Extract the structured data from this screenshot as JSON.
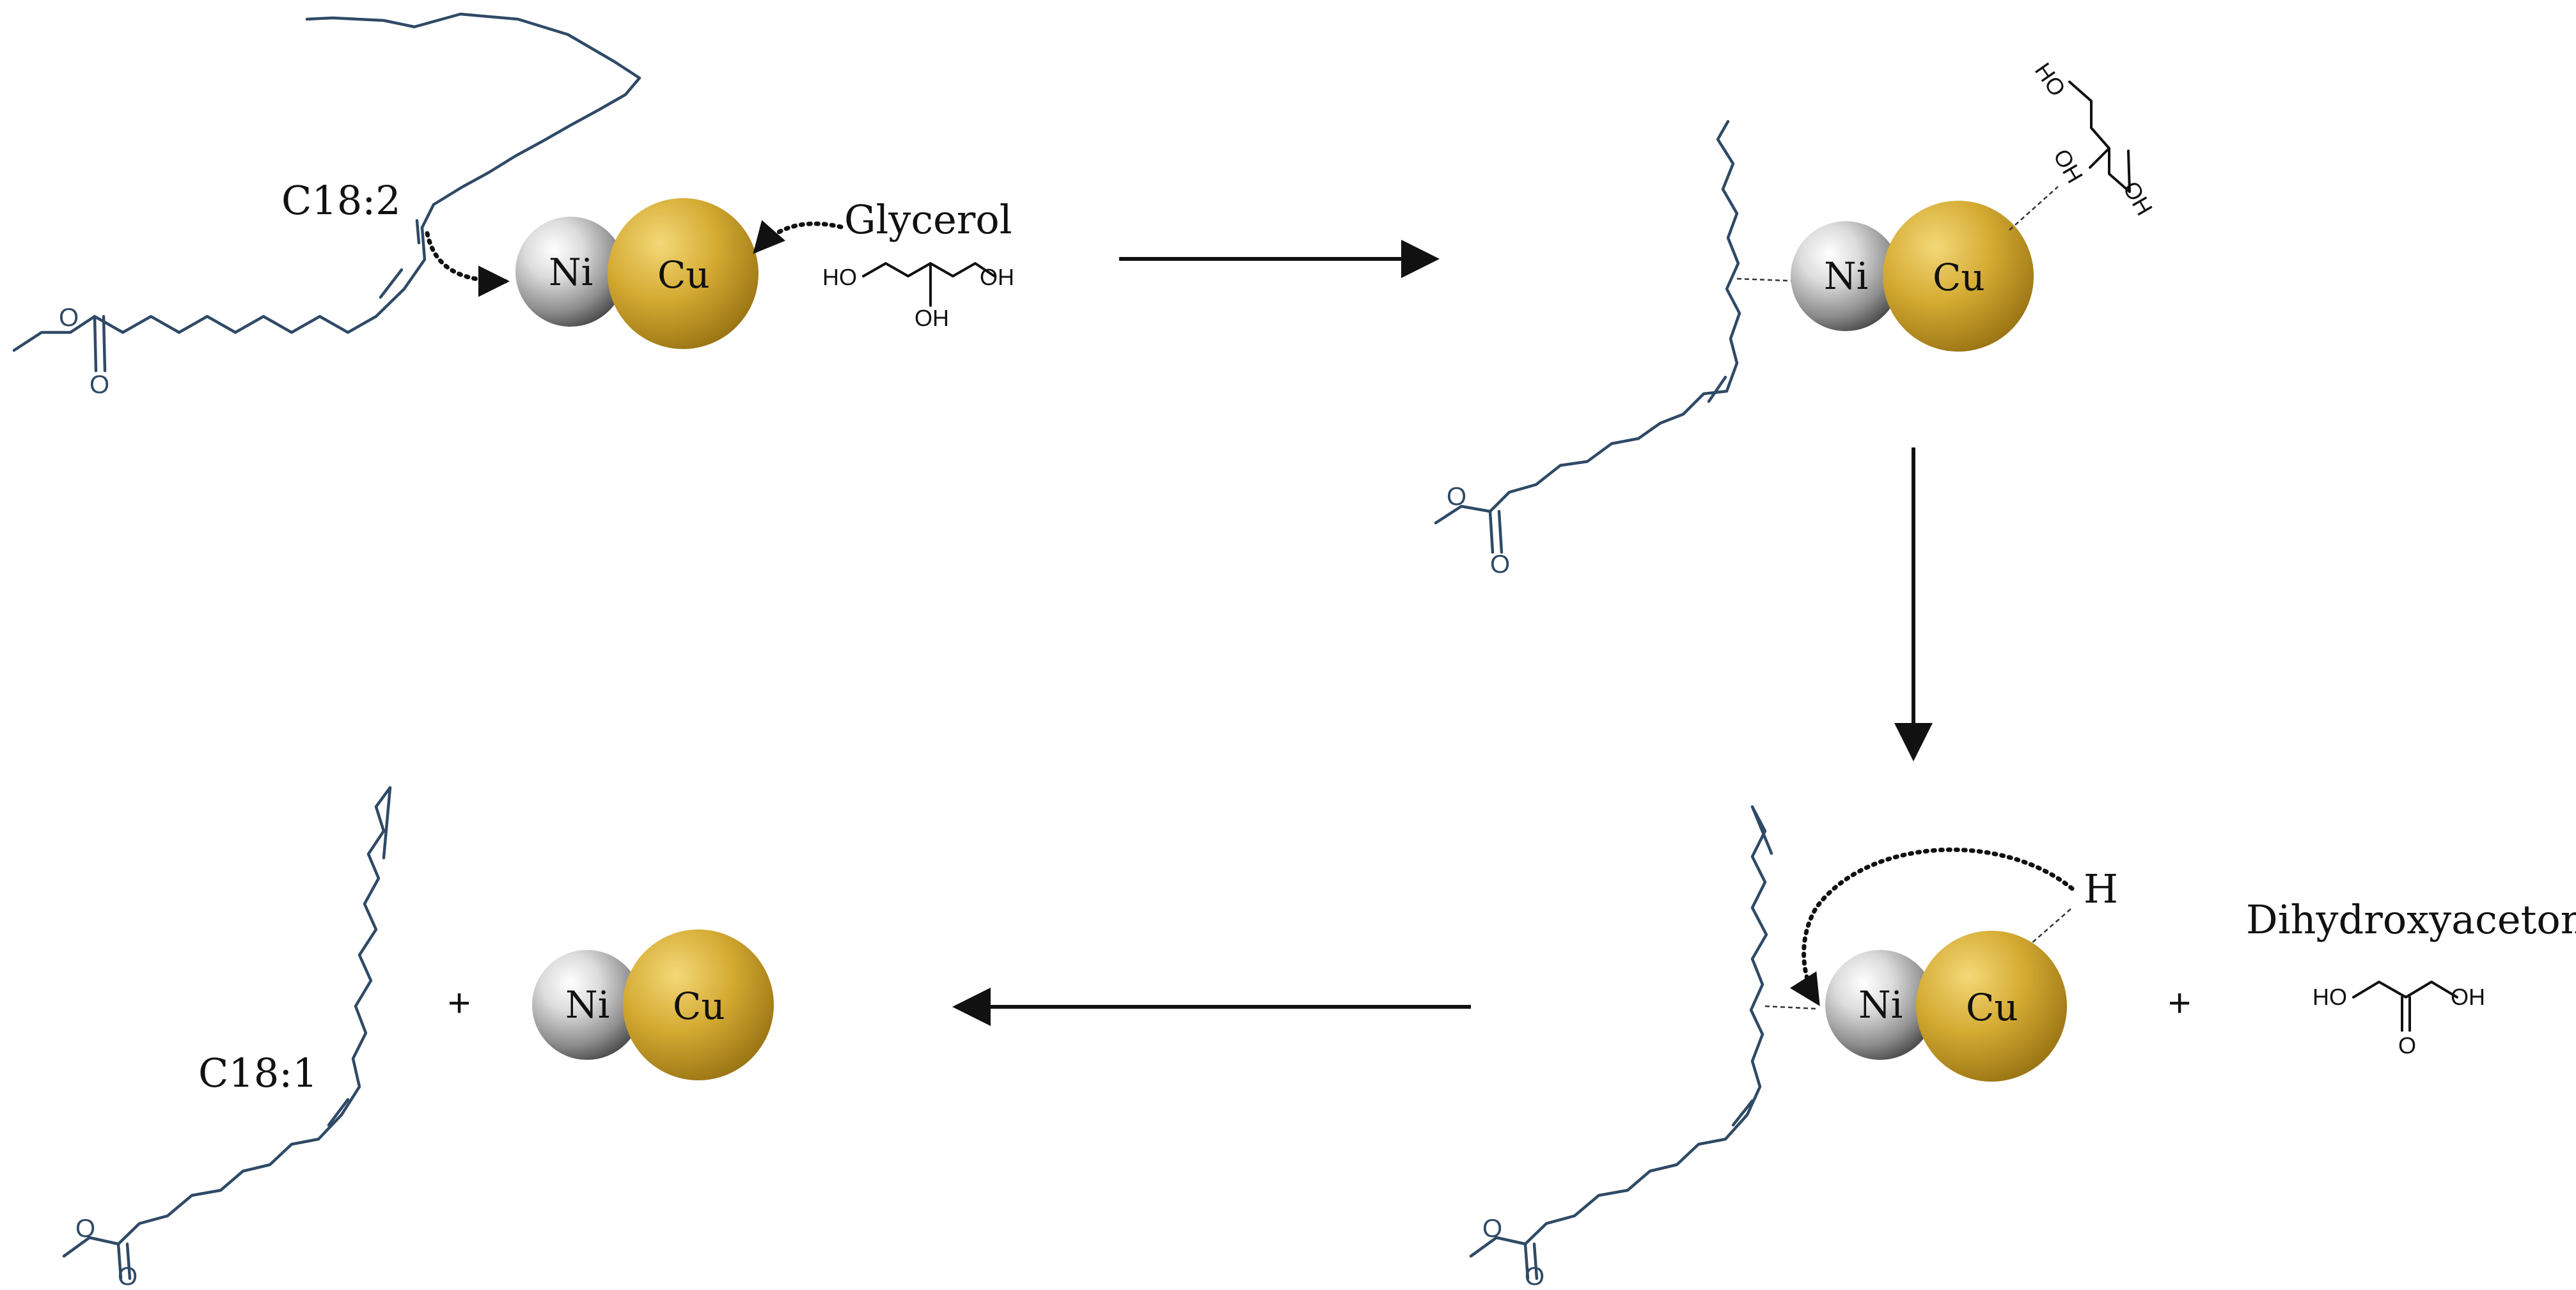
{
  "labels": {
    "c182": "C18:2",
    "c181": "C18:1",
    "glycerol": "Glycerol",
    "dihydroxyacetone": "Dihydroxyacetone",
    "hydrogen": "H",
    "plus": "+"
  },
  "atoms": {
    "oxygen": "O",
    "hydroxyl": "OH",
    "hydroxyl_left": "HO"
  },
  "catalyst": {
    "ni": "Ni",
    "cu": "Cu"
  },
  "colors": {
    "chain": "#2f4a66",
    "cu_sphere": "#c9a227",
    "ni_sphere": "#b8b8b8",
    "arrows": "#111111"
  }
}
